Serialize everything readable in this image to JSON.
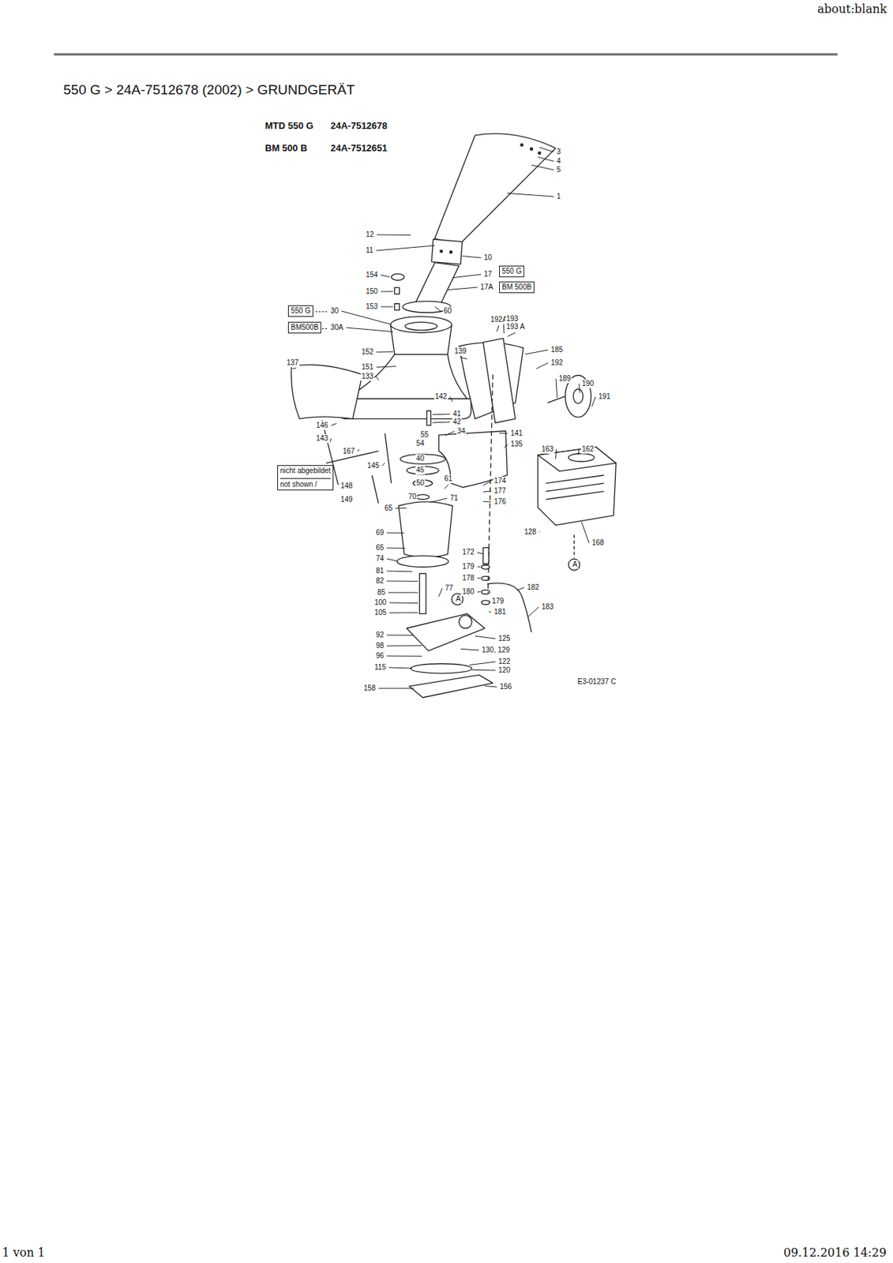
{
  "diagram": {
    "title": "550 G > 24A-7512678 (2002) > GRUNDGERÄT",
    "nodes": [
      {
        "text": [
          "550 G"
        ]
      },
      {
        "text": [
          "BM 500B"
        ]
      },
      {
        "text": [
          "550 G"
        ]
      },
      {
        "text": [
          "BM500B"
        ]
      },
      {
        "text": [
          "nicht abgebildet",
          "not shown /"
        ]
      }
    ],
    "labels": [
      "about:blank",
      "1 von 1",
      "09.12.2016 14:29",
      "MTD 550 G",
      "24A-7512678",
      "BM 500 B",
      "24A-7512651",
      "3",
      "4",
      "5",
      "1",
      "12",
      "11",
      "10",
      "154",
      "17",
      "17A",
      "150",
      "153",
      "60",
      "30",
      "30A",
      "192A",
      "193",
      "193 A",
      "185",
      "139",
      "152",
      "137",
      "151",
      "192",
      "133",
      "189",
      "190",
      "142",
      "191",
      "41",
      "42",
      "146",
      "55",
      "34",
      "141",
      "143",
      "54",
      "135",
      "163",
      "162",
      "167",
      "40",
      "145",
      "148",
      "45",
      "50",
      "61",
      "174",
      "177",
      "70",
      "71",
      "149",
      "176",
      "65",
      "69",
      "128",
      "168",
      "65",
      "172",
      "74",
      "A",
      "81",
      "179",
      "82",
      "178",
      "182",
      "85",
      "77",
      "180",
      "100",
      "A",
      "179",
      "183",
      "105",
      "181",
      "92",
      "125",
      "98",
      "130, 129",
      "96",
      "122",
      "115",
      "120",
      "158",
      "156",
      "E3-01237 C"
    ]
  }
}
